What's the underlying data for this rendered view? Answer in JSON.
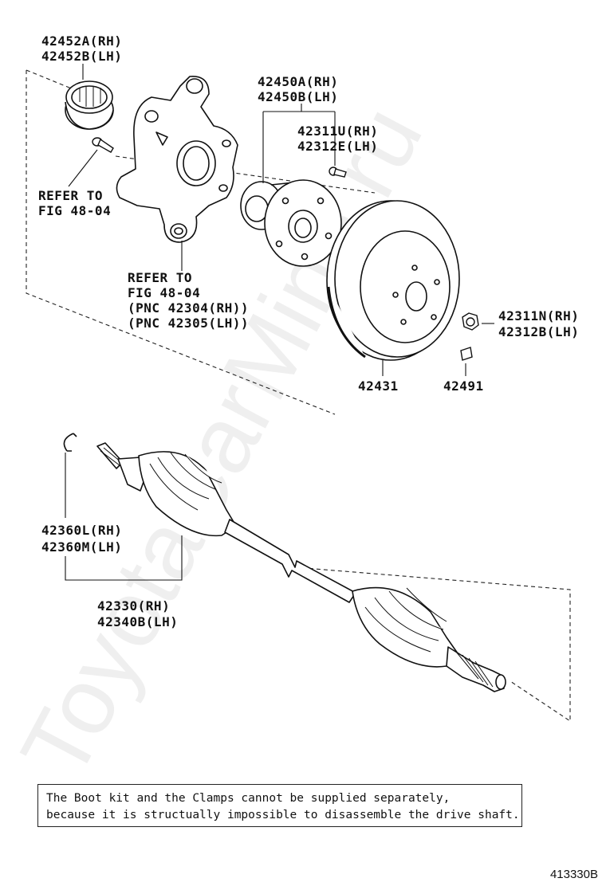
{
  "labels": {
    "bearing_rh": "42452A(RH)",
    "bearing_lh": "42452B(LH)",
    "hub_rh": "42450A(RH)",
    "hub_lh": "42450B(LH)",
    "hub_bolt_rh": "42311U(RH)",
    "hub_bolt_lh": "42312E(LH)",
    "refer1_line1": "REFER TO",
    "refer1_line2": "FIG 48-04",
    "refer2_line1": "REFER TO",
    "refer2_line2": "FIG 48-04",
    "refer2_line3": "(PNC 42304(RH))",
    "refer2_line4": "(PNC 42305(LH))",
    "disc": "42431",
    "plug": "42491",
    "nut_rh": "42311N(RH)",
    "nut_lh": "42312B(LH)",
    "snapring_rh": "42360L(RH)",
    "snapring_lh": "42360M(LH)",
    "shaft_rh": "42330(RH)",
    "shaft_lh": "42340B(LH)"
  },
  "note": {
    "line1": "The Boot kit and the Clamps cannot be supplied separately,",
    "line2": "because it is structually impossible to disassemble the drive shaft."
  },
  "figure_code": "413330B",
  "watermark": "ToyotaCarMine.ru"
}
